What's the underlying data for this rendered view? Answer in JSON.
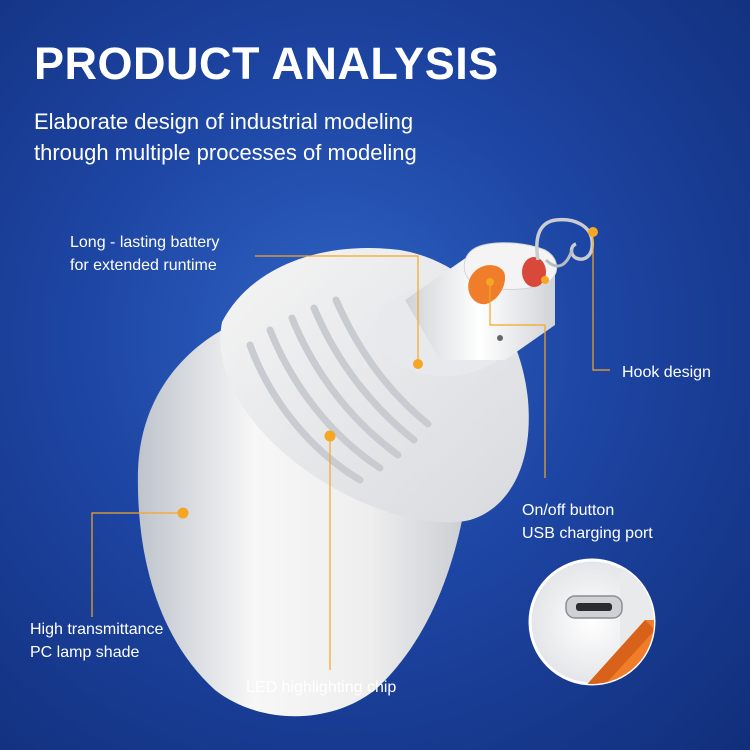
{
  "header": {
    "title": "PRODUCT ANALYSIS",
    "subtitle_line1": "Elaborate design of industrial modeling",
    "subtitle_line2": "through multiple processes of modeling"
  },
  "callouts": {
    "battery": {
      "line1": "Long - lasting battery",
      "line2": "for extended runtime"
    },
    "hook": {
      "line1": "Hook design"
    },
    "button_port": {
      "line1": "On/off button",
      "line2": "USB charging port"
    },
    "lamp_shade": {
      "line1": "High transmittance",
      "line2": "PC lamp shade"
    },
    "led_chip": {
      "line1": "LED highlighting chip"
    }
  },
  "colors": {
    "accent_orange": "#f5a623",
    "button_orange": "#f07d2a",
    "bulb_white": "#f2f2f2",
    "background_blue": "#1d45a3"
  },
  "icons": {
    "product": "led-bulb-lamp",
    "detail": "usb-port-closeup"
  }
}
